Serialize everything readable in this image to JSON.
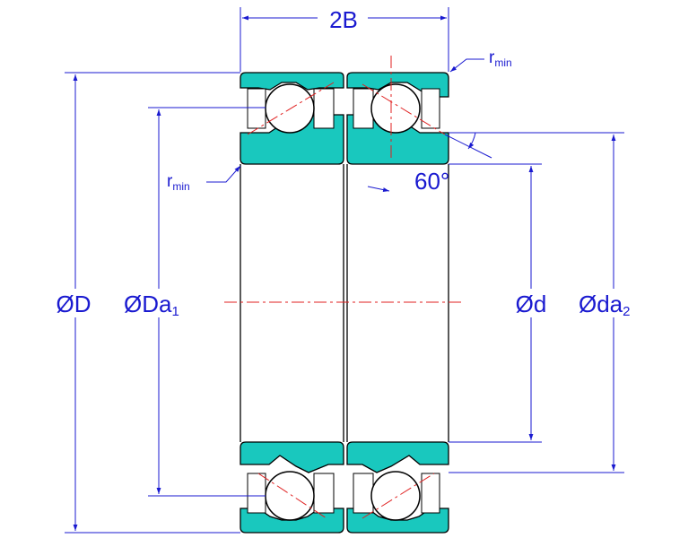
{
  "labels": {
    "width_2b": "2B",
    "r_min_top": "r",
    "r_min_top_sub": "min",
    "r_min_left": "r",
    "r_min_left_sub": "min",
    "contact_angle": "60°",
    "outer_diameter": "ØD",
    "housing_shoulder": "ØDa",
    "housing_shoulder_sub": "1",
    "bore_diameter": "Ød",
    "shaft_shoulder": "Ødа",
    "shaft_shoulder_sub": "2"
  },
  "colors": {
    "ring_fill": "#19c8be",
    "dimension": "#1a1ad0",
    "center_line": "#e02020"
  }
}
